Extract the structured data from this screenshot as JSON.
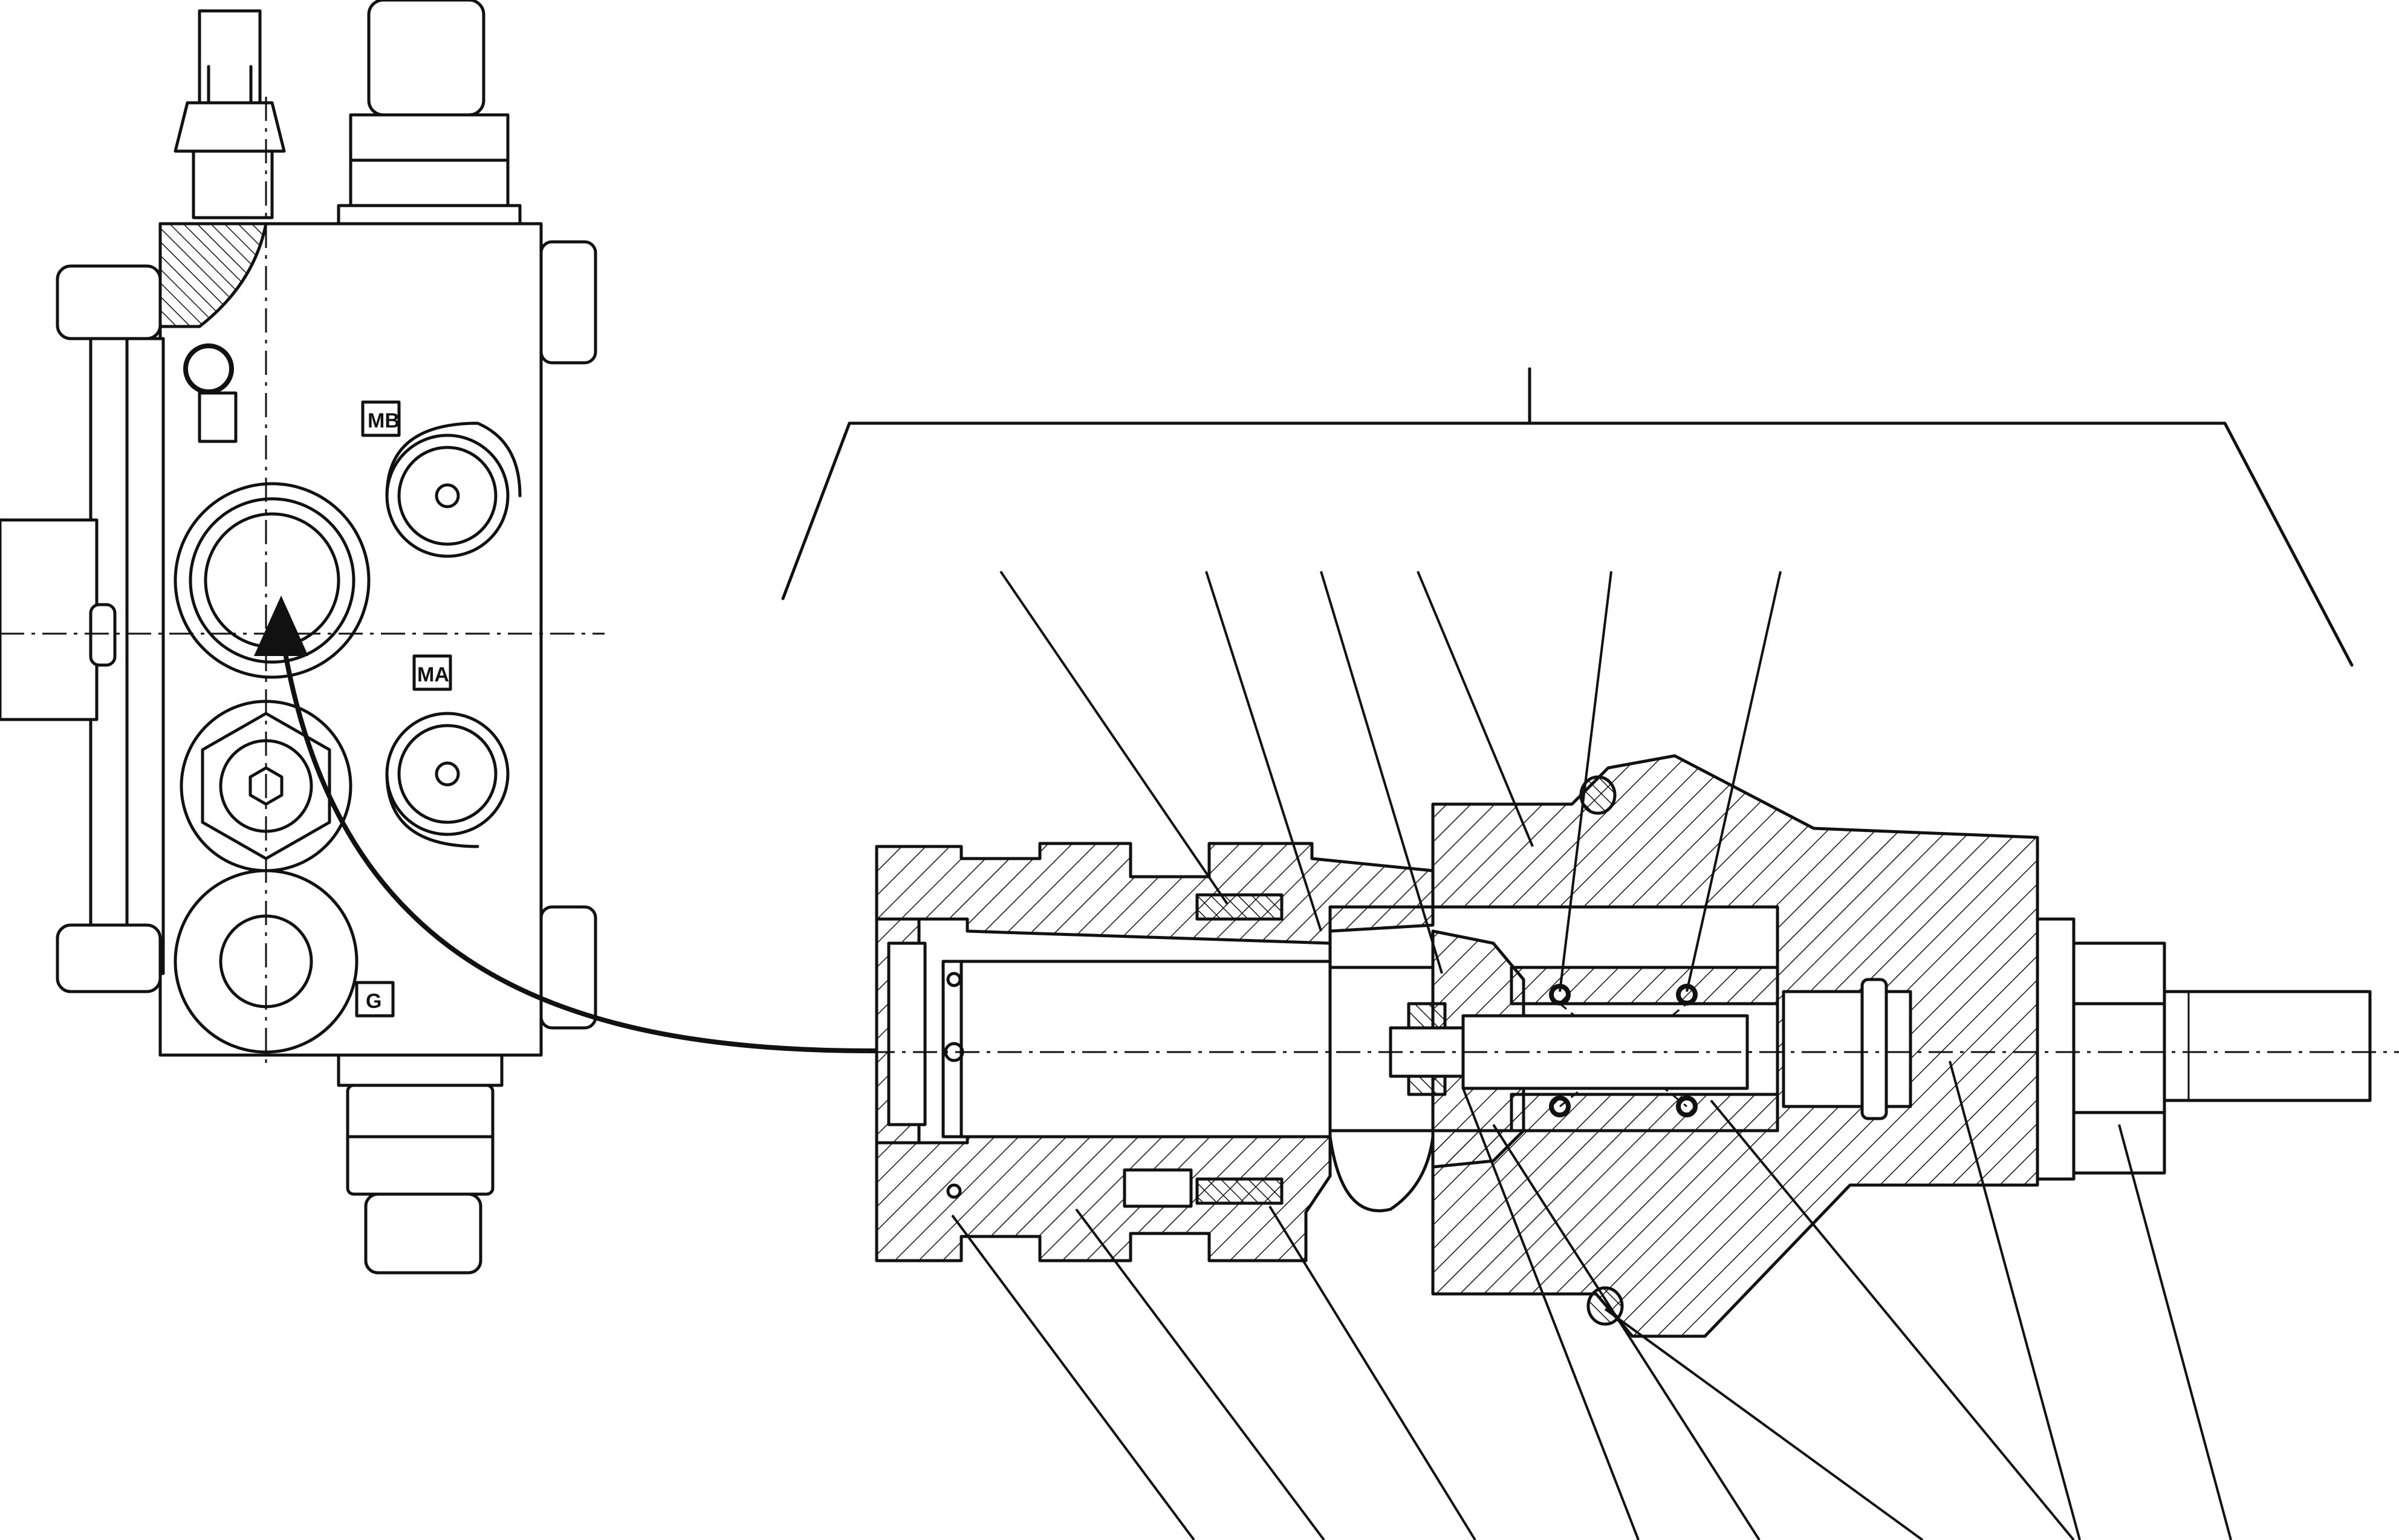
{
  "ports": {
    "mb": "MB",
    "ma": "MA",
    "g": "G"
  },
  "leader_count_top": 6,
  "leader_count_bottom": 9
}
